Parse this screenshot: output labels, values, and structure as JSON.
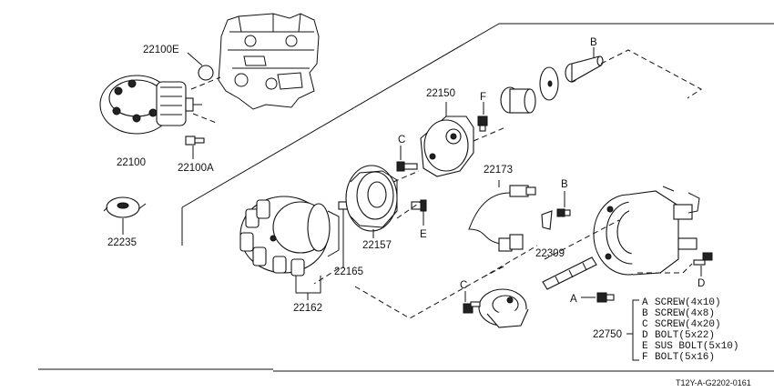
{
  "part_numbers": {
    "p22100E": "22100E",
    "p22100": "22100",
    "p22100A": "22100A",
    "p22235": "22235",
    "p22150": "22150",
    "p22173": "22173",
    "p22157": "22157",
    "p22165": "22165",
    "p22162": "22162",
    "p22309": "22309",
    "p22750": "22750"
  },
  "letter_callouts": {
    "B_top": "B",
    "F": "F",
    "C_cap": "C",
    "E": "E",
    "B_mid": "B",
    "C_low": "C",
    "A": "A",
    "D": "D"
  },
  "legend": [
    {
      "letter": "A",
      "text": "SCREW(4x10)"
    },
    {
      "letter": "B",
      "text": "SCREW(4x8)"
    },
    {
      "letter": "C",
      "text": "SCREW(4x20)"
    },
    {
      "letter": "D",
      "text": "BOLT(5x22)"
    },
    {
      "letter": "E",
      "text": "SUS BOLT(5x10)"
    },
    {
      "letter": "F",
      "text": "BOLT(5x16)"
    }
  ],
  "reference_code": "T12Y-A-G2202-0161"
}
